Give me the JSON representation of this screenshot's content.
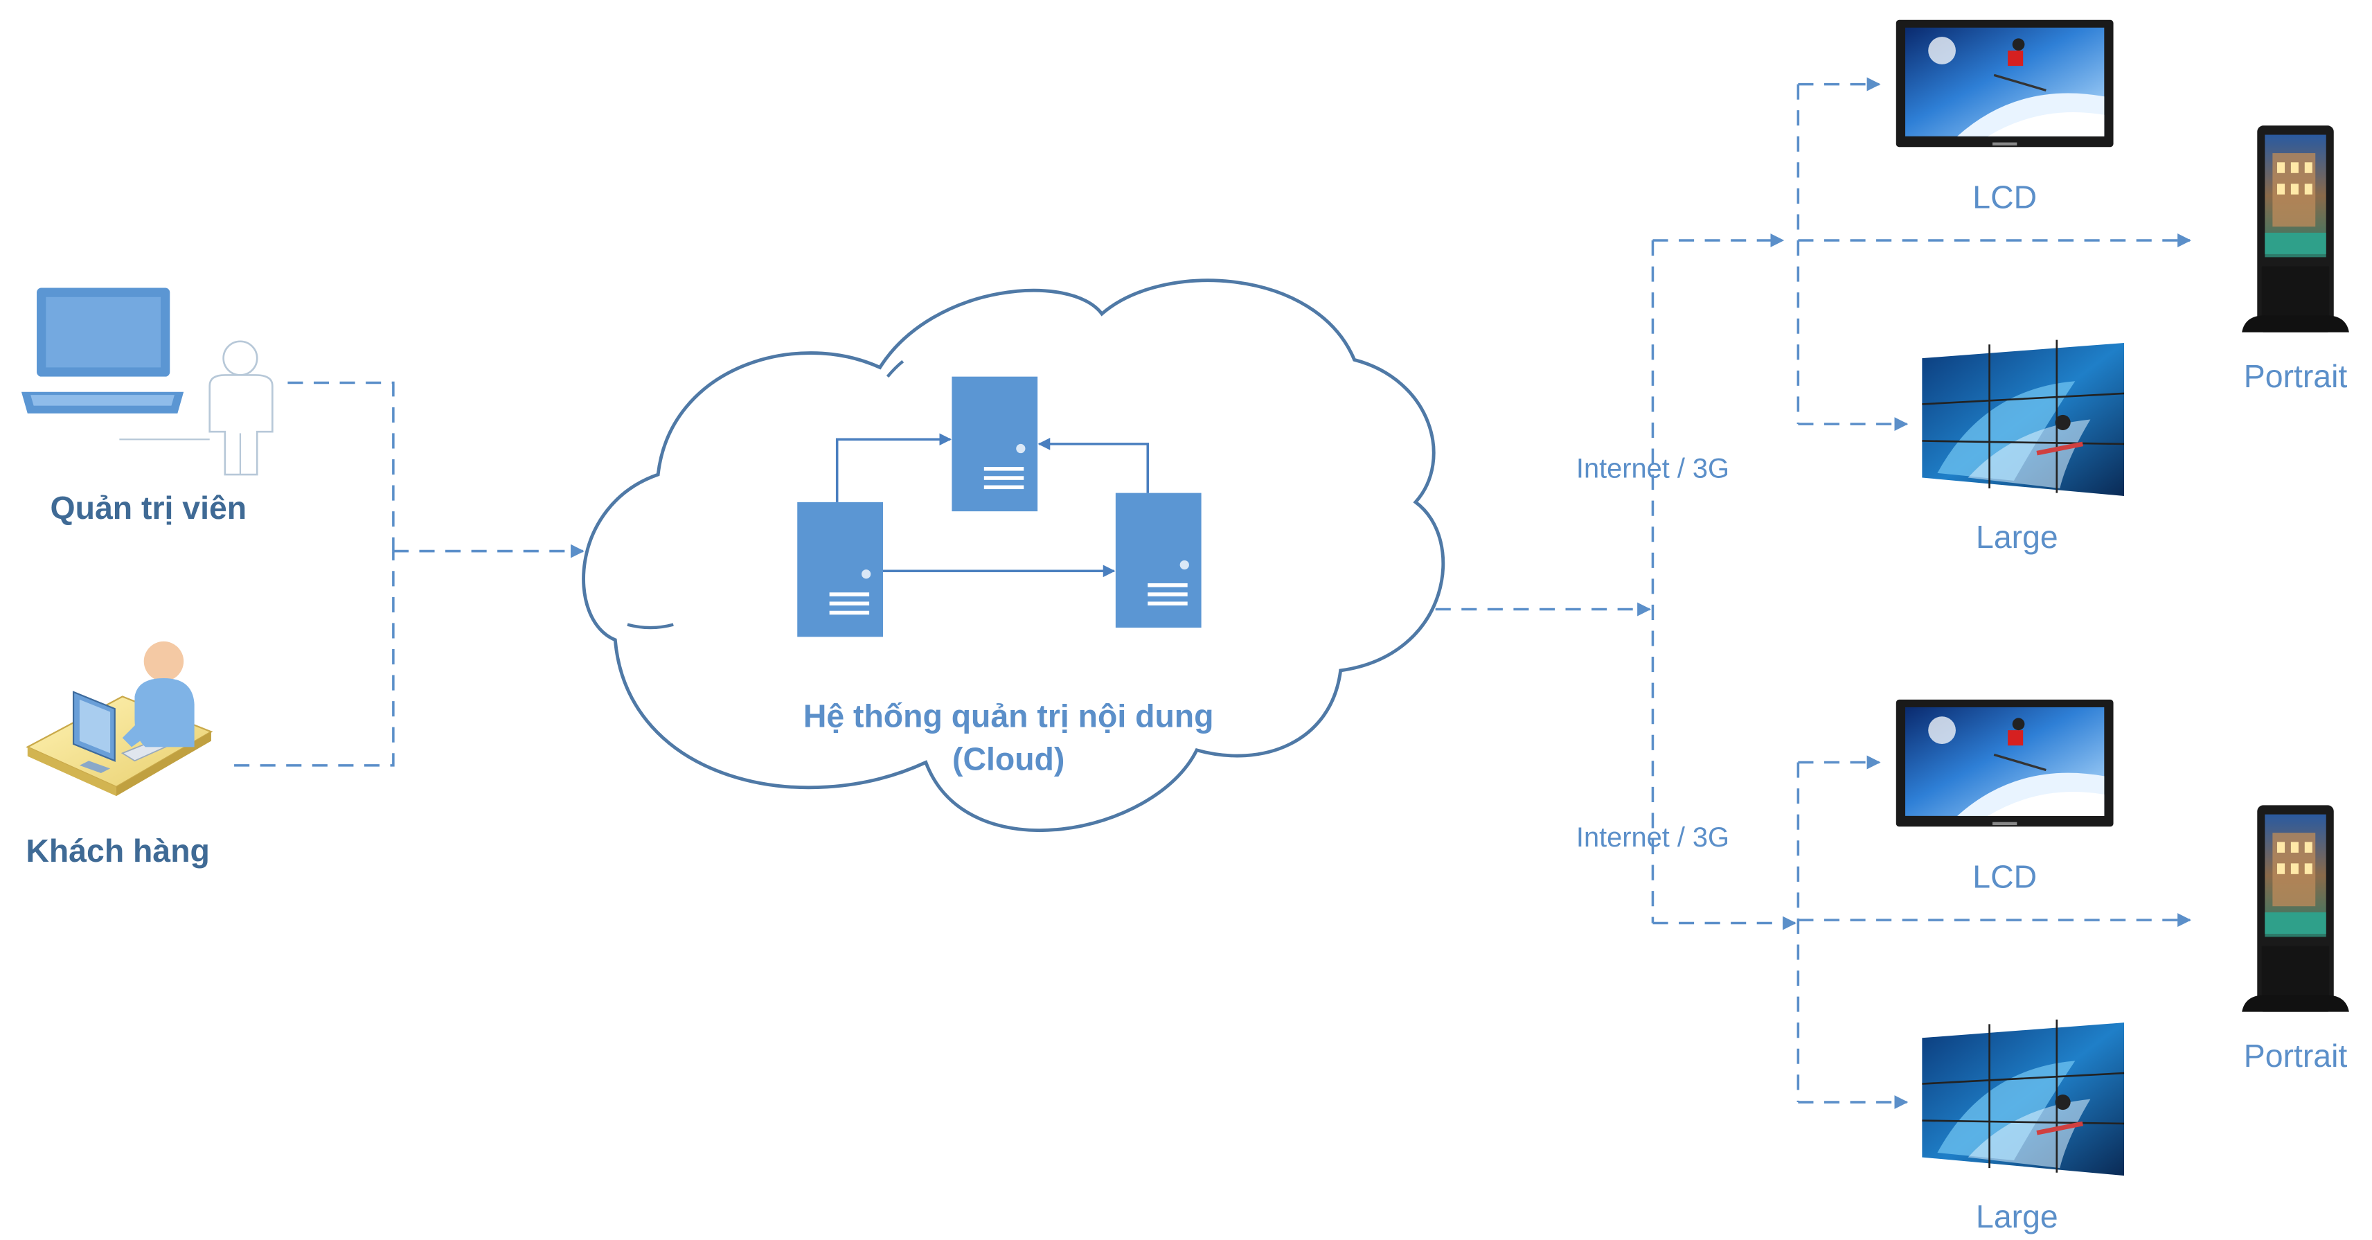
{
  "colors": {
    "connector": "#5b8fc9",
    "cloud_stroke": "#4f79a6",
    "server_fill": "#5b96d3",
    "actor_label": "#3f6a95",
    "device_label": "#5b8fc9"
  },
  "actors": {
    "admin": {
      "label": "Quản trị viên",
      "icon": "admin-laptop-user-icon"
    },
    "customer": {
      "label": "Khách hàng",
      "icon": "customer-workstation-icon"
    }
  },
  "cloud": {
    "label_line1": "Hệ thống quản trị nội dung",
    "label_line2": "(Cloud)",
    "servers": [
      "server-left",
      "server-top",
      "server-right"
    ]
  },
  "networks": [
    {
      "label": "Internet / 3G",
      "devices": [
        {
          "label": "LCD",
          "icon": "lcd-tv-icon"
        },
        {
          "label": "Portrait",
          "icon": "portrait-kiosk-icon"
        },
        {
          "label": "Large",
          "icon": "video-wall-icon"
        }
      ]
    },
    {
      "label": "Internet / 3G",
      "devices": [
        {
          "label": "LCD",
          "icon": "lcd-tv-icon"
        },
        {
          "label": "Portrait",
          "icon": "portrait-kiosk-icon"
        },
        {
          "label": "Large",
          "icon": "video-wall-icon"
        }
      ]
    }
  ]
}
